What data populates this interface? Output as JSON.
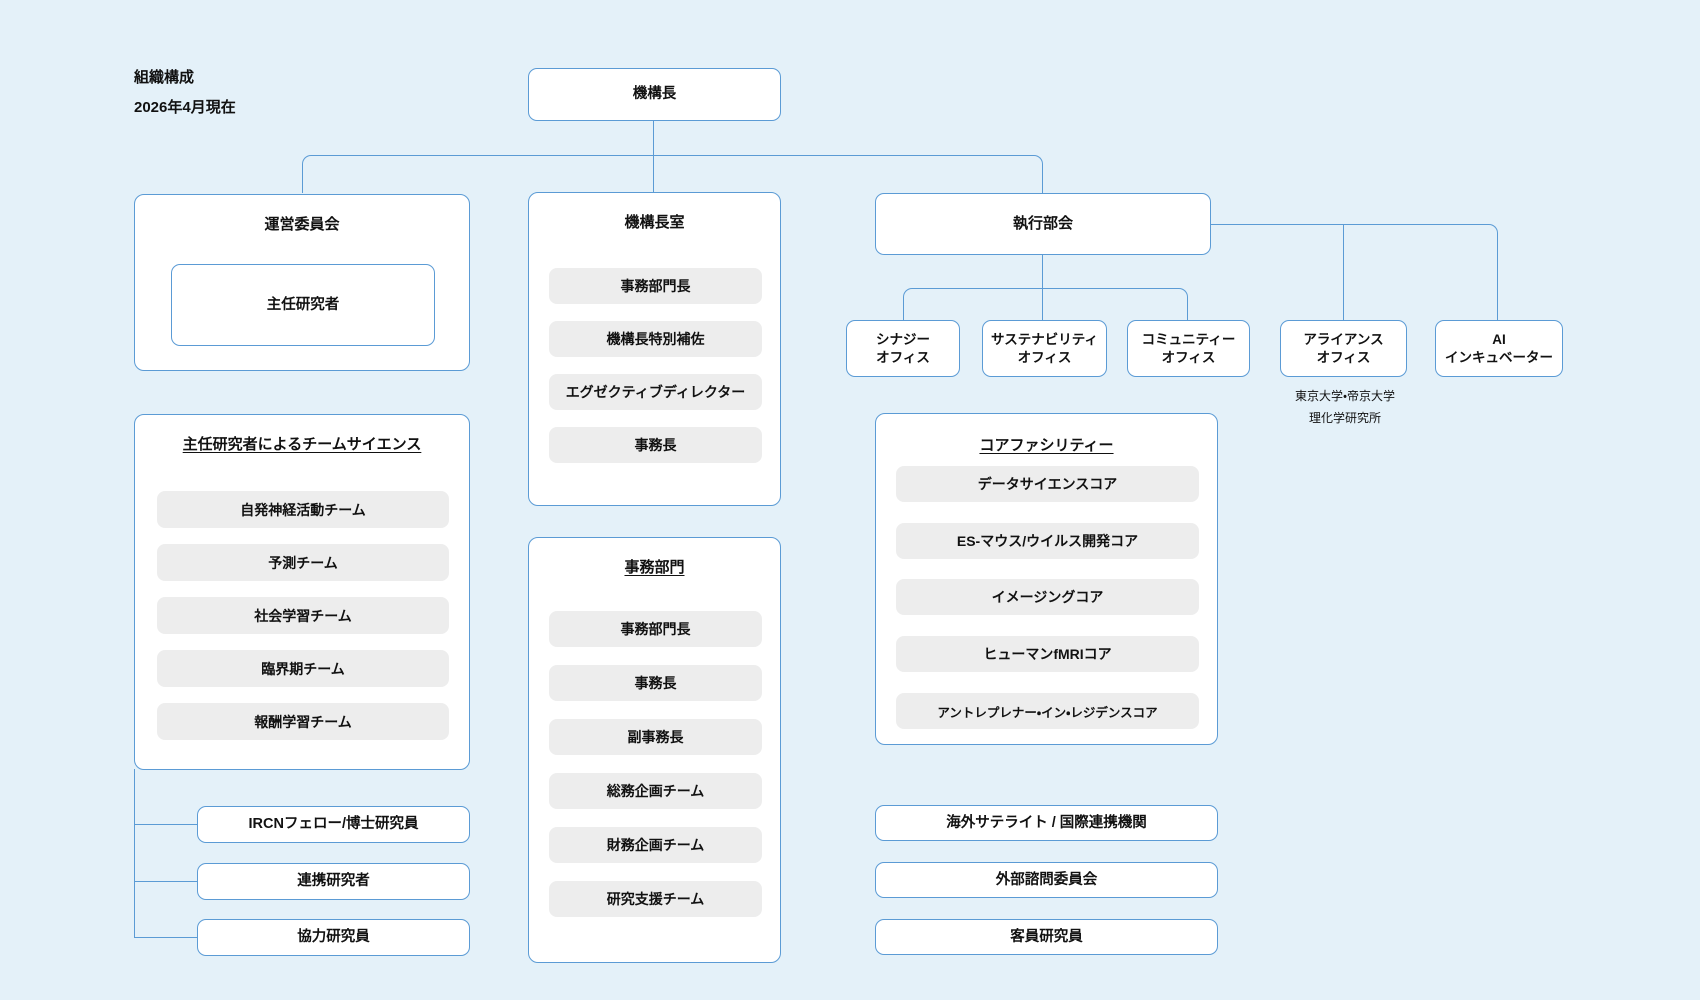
{
  "header": {
    "line1": "組織構成",
    "line2": "2026年4月現在"
  },
  "colors": {
    "background": "#e4f1f9",
    "line": "#5b9bd5",
    "box_bg": "#ffffff",
    "pill_bg": "#ededed",
    "text": "#111111"
  },
  "nodes": {
    "director": "機構長",
    "steering": {
      "title": "運営委員会",
      "inner": "主任研究者"
    },
    "directors_office": {
      "title": "機構長室",
      "items": [
        "事務部門長",
        "機構長特別補佐",
        "エグゼクティブディレクター",
        "事務長"
      ]
    },
    "executive": {
      "title": "執行部会",
      "offices": [
        {
          "line1": "シナジー",
          "line2": "オフィス"
        },
        {
          "line1": "サステナビリティ",
          "line2": "オフィス"
        },
        {
          "line1": "コミュニティー",
          "line2": "オフィス"
        },
        {
          "line1": "アライアンス",
          "line2": "オフィス"
        },
        {
          "line1": "AI",
          "line2": "インキュベーター"
        }
      ],
      "alliance_note": {
        "line1": "東京大学・帝京大学",
        "line2": "理化学研究所"
      }
    },
    "team_science": {
      "title": "主任研究者によるチームサイエンス",
      "items": [
        "自発神経活動チーム",
        "予測チーム",
        "社会学習チーム",
        "臨界期チーム",
        "報酬学習チーム"
      ]
    },
    "admin_division": {
      "title": "事務部門",
      "items": [
        "事務部門長",
        "事務長",
        "副事務長",
        "総務企画チーム",
        "財務企画チーム",
        "研究支援チーム"
      ]
    },
    "core_facility": {
      "title": "コアファシリティー",
      "items": [
        "データサイエンスコア",
        "ES-マウス/ウイルス開発コア",
        "イメージングコア",
        "ヒューマンfMRIコア",
        "アントレプレナー・イン・レジデンスコア"
      ]
    },
    "researchers": [
      "IRCNフェロー/博士研究員",
      "連携研究者",
      "協力研究員"
    ],
    "external": [
      "海外サテライト / 国際連携機関",
      "外部諮問委員会",
      "客員研究員"
    ]
  }
}
